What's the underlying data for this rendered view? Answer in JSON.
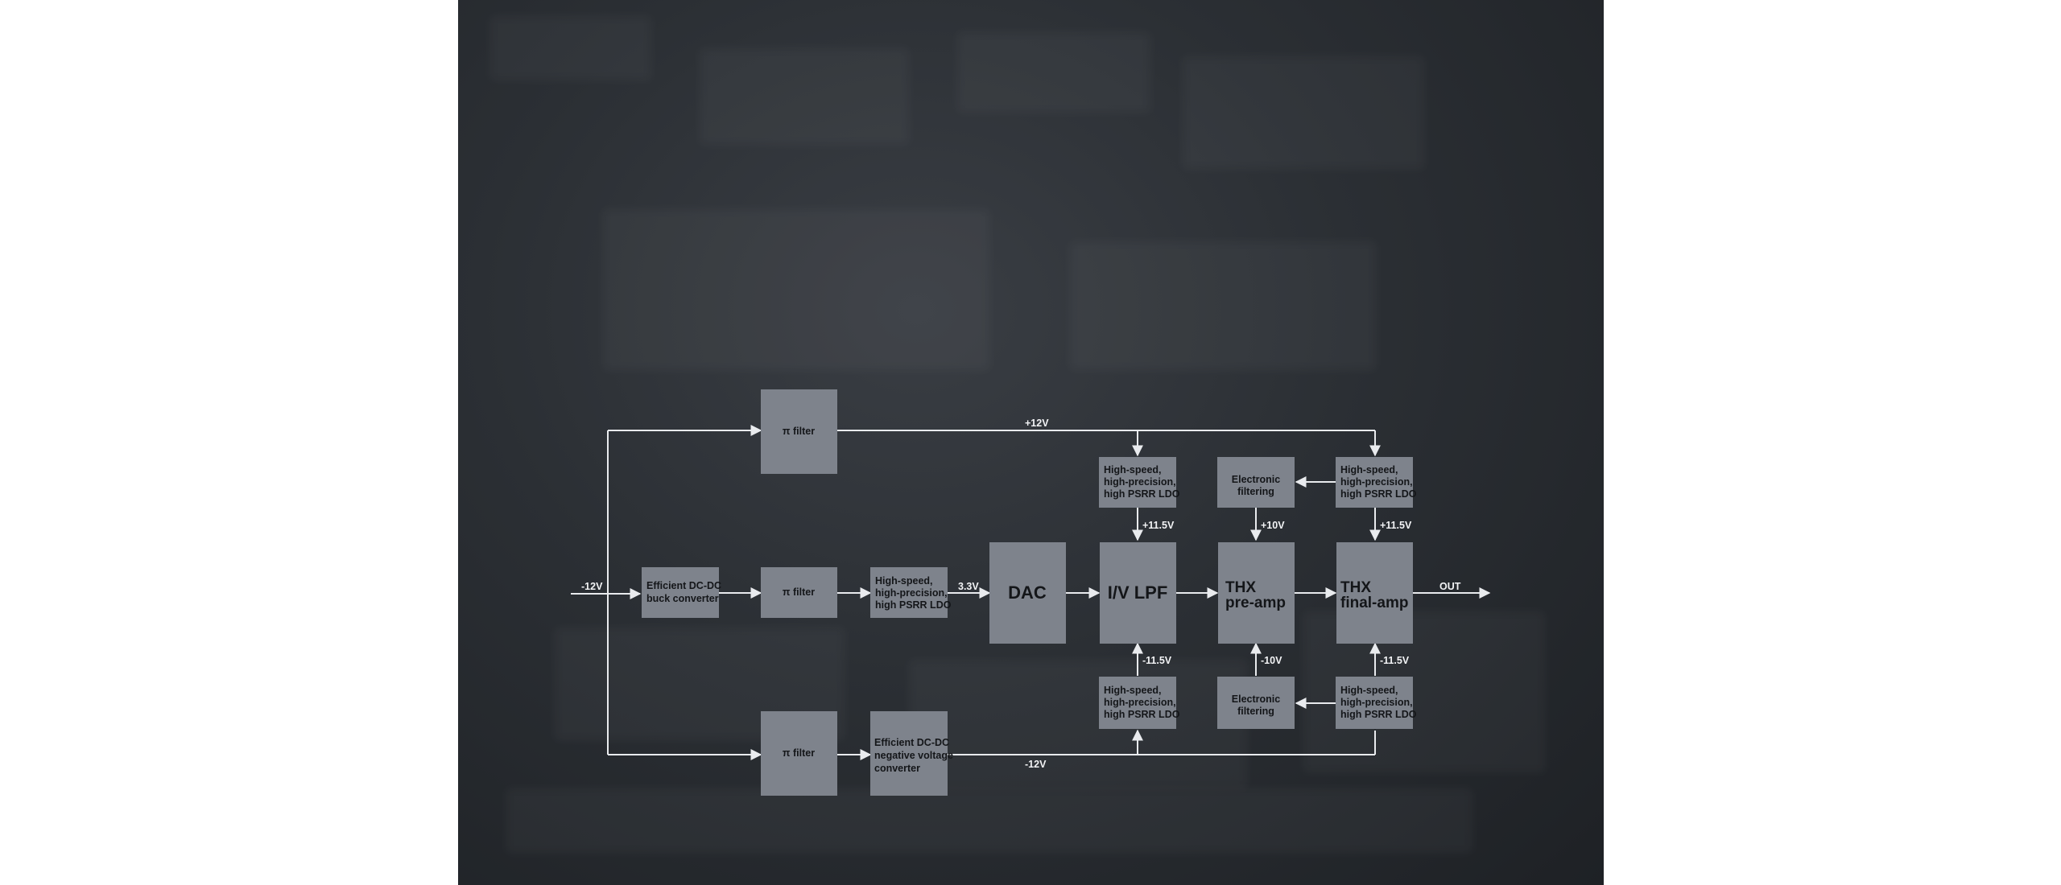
{
  "diagram": {
    "blocks": {
      "pi_filter_top": "π filter",
      "pi_filter_mid": "π filter",
      "pi_filter_bottom": "π filter",
      "buck_converter": [
        "Efficient DC-DC",
        "buck converter"
      ],
      "ldo_mid": [
        "High-speed,",
        "high-precision,",
        "high PSRR LDO"
      ],
      "ldo_ivlpf_top": [
        "High-speed,",
        "high-precision,",
        "high PSRR LDO"
      ],
      "ldo_ivlpf_bottom": [
        "High-speed,",
        "high-precision,",
        "high PSRR LDO"
      ],
      "ldo_final_top": [
        "High-speed,",
        "high-precision,",
        "high PSRR LDO"
      ],
      "ldo_final_bottom": [
        "High-speed,",
        "high-precision,",
        "high PSRR LDO"
      ],
      "electronic_filter_top": [
        "Electronic",
        "filtering"
      ],
      "electronic_filter_bottom": [
        "Electronic",
        "filtering"
      ],
      "neg_converter": [
        "Efficient DC-DC",
        "negative voltage",
        "converter"
      ],
      "dac": "DAC",
      "iv_lpf": "I/V LPF",
      "thx_preamp": [
        "THX",
        "pre-amp"
      ],
      "thx_finalamp": [
        "THX",
        "final-amp"
      ]
    },
    "labels": {
      "input": "-12V",
      "rail_pos": "+12V",
      "rail_neg": "-12V",
      "dac_supply": "3.3V",
      "ivlpf_pos": "+11.5V",
      "ivlpf_neg": "-11.5V",
      "preamp_pos": "+10V",
      "preamp_neg": "-10V",
      "final_pos": "+11.5V",
      "final_neg": "-11.5V",
      "output": "OUT"
    },
    "colors": {
      "background": "#2b2f34",
      "block_fill": "#7e838c",
      "wire": "#e9ebee",
      "block_text": "#141619",
      "label_text": "#f2f3f5"
    }
  }
}
